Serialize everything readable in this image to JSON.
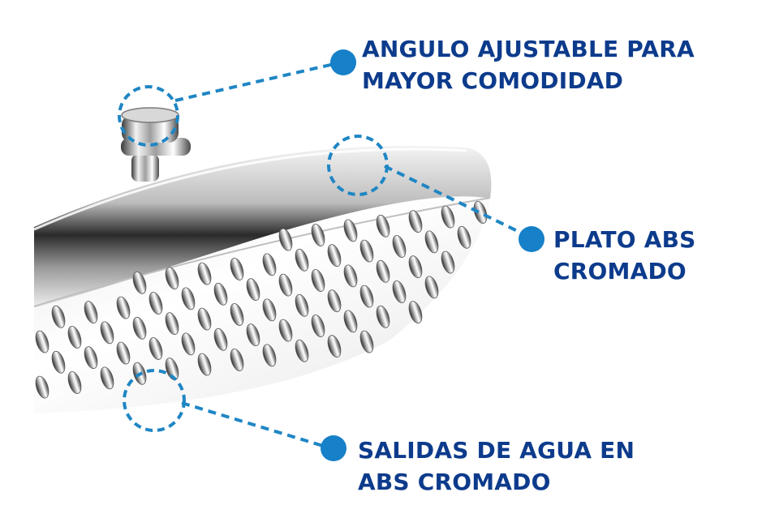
{
  "callouts": {
    "angle": {
      "line1": "ANGULO AJUSTABLE PARA",
      "line2": "MAYOR COMODIDAD"
    },
    "plate": {
      "line1": "PLATO ABS",
      "line2": "CROMADO"
    },
    "outlets": {
      "line1": "SALIDAS DE AGUA EN",
      "line2": "ABS CROMADO"
    }
  },
  "colors": {
    "callout_text": "#0d3b8c",
    "callout_line": "#1f86c4",
    "dot": "#1680c8",
    "background": "#ffffff"
  },
  "icons": {
    "product": "shower-head-icon"
  }
}
